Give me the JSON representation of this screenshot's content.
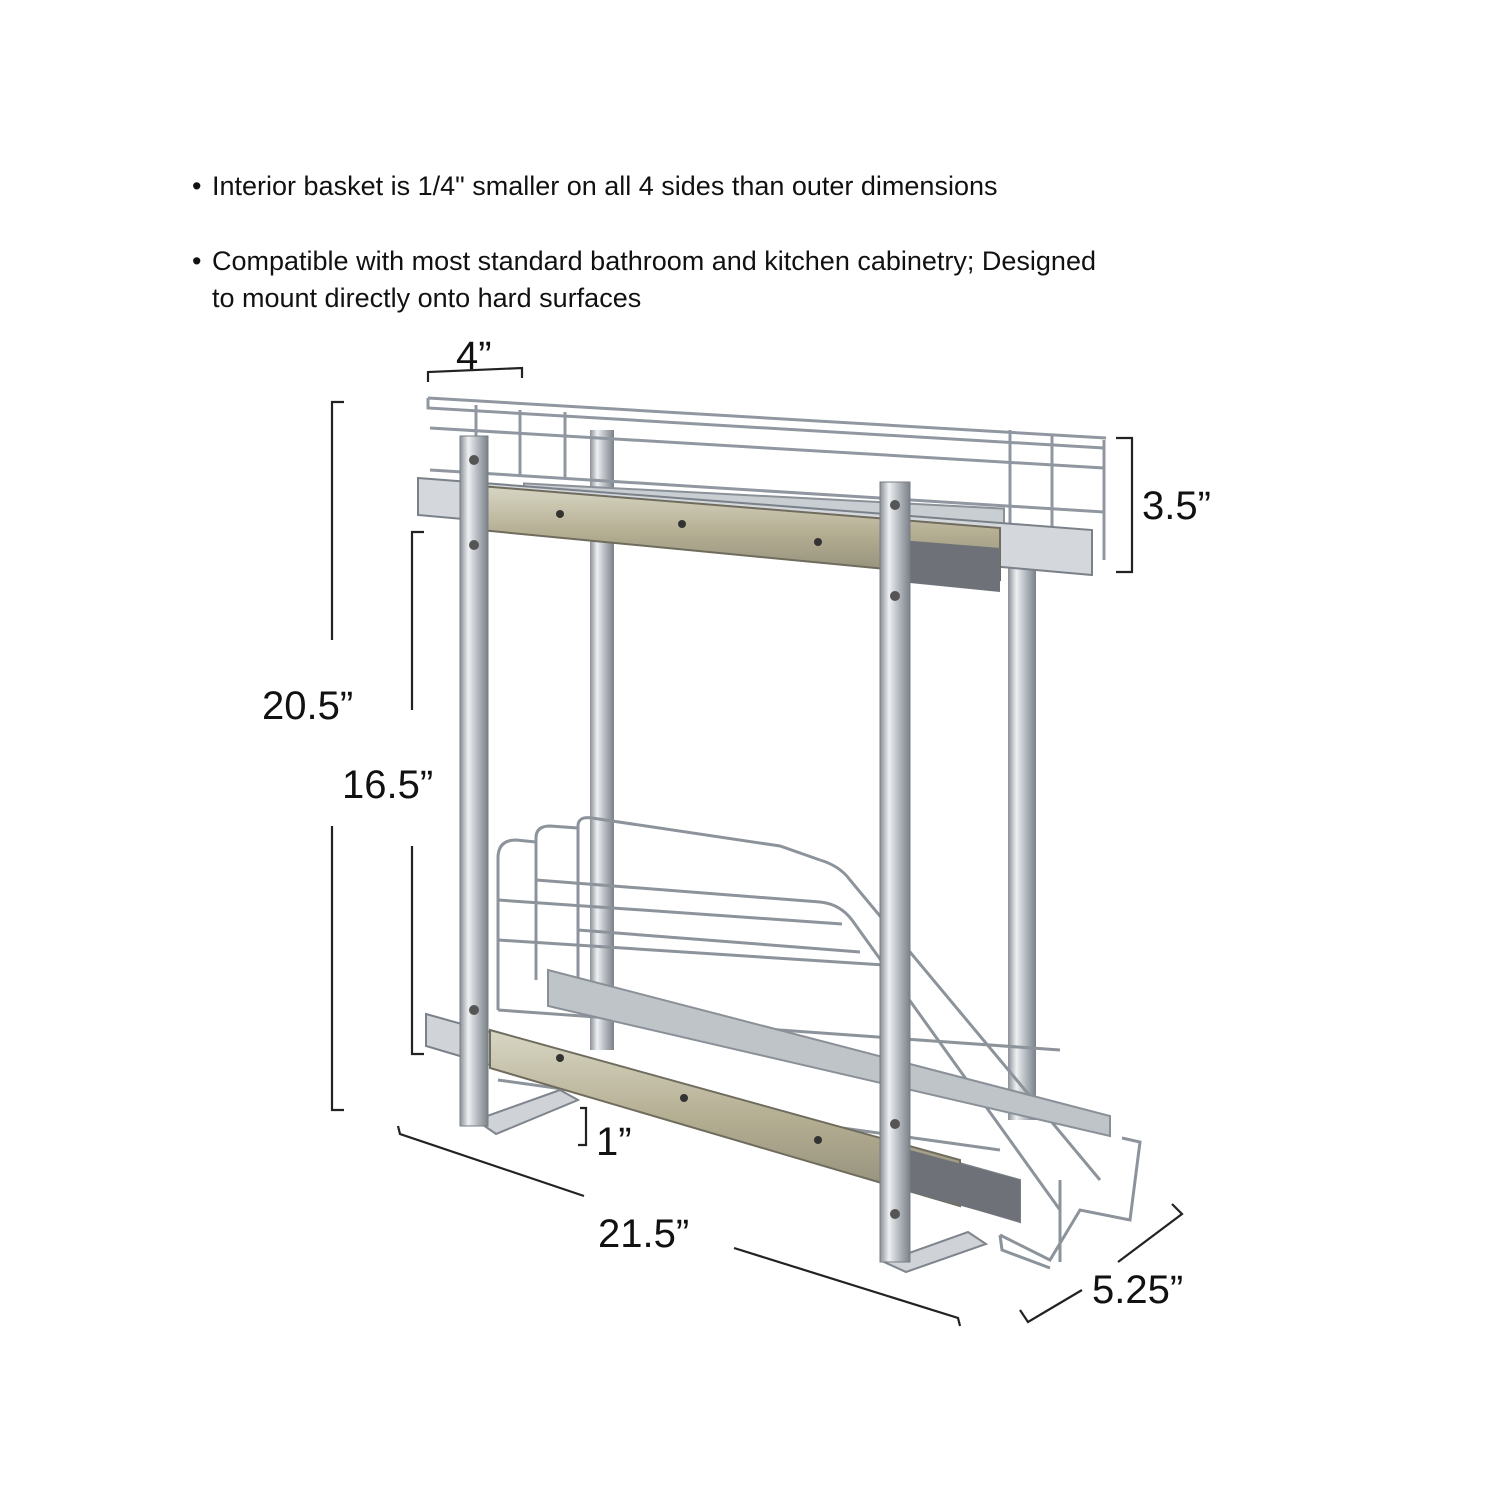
{
  "bullets": [
    {
      "marker": "•",
      "text": "Interior basket is 1/4\" smaller on all 4 sides than outer dimensions"
    },
    {
      "marker": "•",
      "text": "Compatible with most standard bathroom and kitchen cabinetry; Designed\nto mount directly onto hard surfaces"
    }
  ],
  "dimensions": {
    "basket_width": "4”",
    "basket_height": "3.5”",
    "total_height": "20.5”",
    "inner_height": "16.5”",
    "base_clearance": "1”",
    "depth": "21.5”",
    "width": "5.25”"
  },
  "colors": {
    "chrome_light": "#dcdfe3",
    "chrome_mid": "#a9aeb4",
    "chrome_dark": "#6e747b",
    "slide_metal": "#b8b49b",
    "dimension_line": "#222222"
  }
}
